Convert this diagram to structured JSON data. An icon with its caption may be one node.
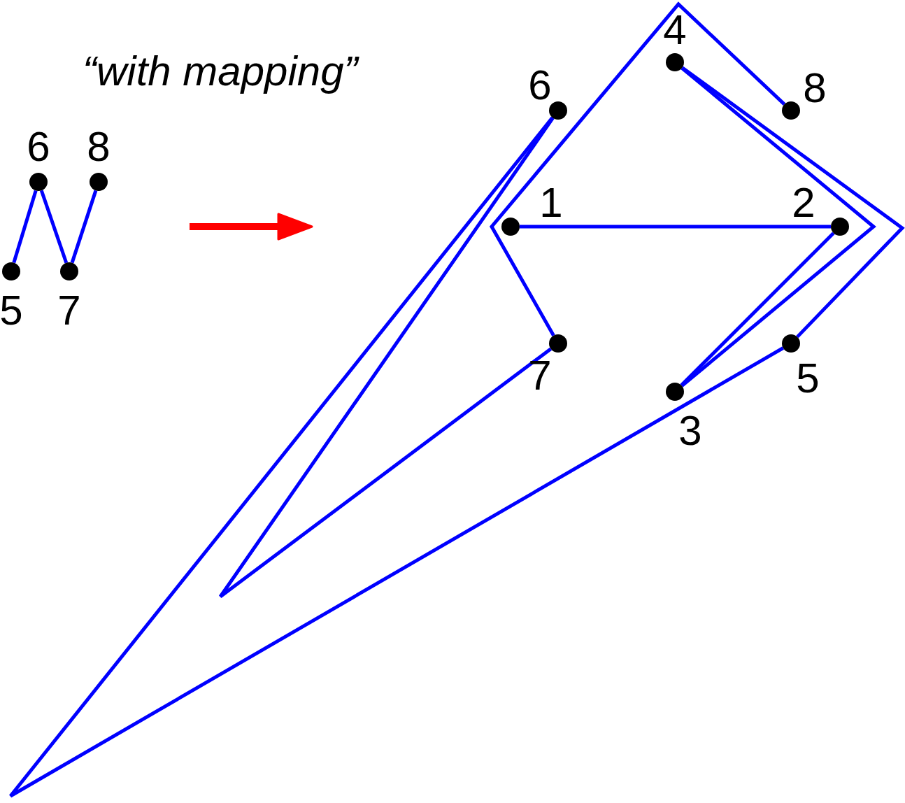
{
  "diagram": {
    "nodes": [
      {
        "text": [
          "5"
        ]
      },
      {
        "text": [
          "6"
        ]
      },
      {
        "text": [
          "7"
        ]
      },
      {
        "text": [
          "8"
        ]
      },
      {
        "text": [
          "1"
        ]
      },
      {
        "text": [
          "2"
        ]
      },
      {
        "text": [
          "3"
        ]
      },
      {
        "text": [
          "4"
        ]
      },
      {
        "text": [
          "5"
        ]
      },
      {
        "text": [
          "6"
        ]
      },
      {
        "text": [
          "7"
        ]
      },
      {
        "text": [
          "8"
        ]
      }
    ],
    "edges": [
      {
        "from": 0,
        "to": 1,
        "arrow": "none"
      },
      {
        "from": 1,
        "to": 2,
        "arrow": "none"
      },
      {
        "from": 2,
        "to": 3,
        "arrow": "none"
      },
      {
        "from": 4,
        "to": 5,
        "arrow": "none"
      },
      {
        "from": 5,
        "to": 6,
        "arrow": "none"
      },
      {
        "from": 6,
        "to": 7,
        "arrow": "none"
      },
      {
        "from": 7,
        "to": 8,
        "arrow": "none"
      },
      {
        "from": 8,
        "to": 9,
        "arrow": "none"
      },
      {
        "from": 9,
        "to": 10,
        "arrow": "none"
      },
      {
        "from": 10,
        "to": 11,
        "arrow": "none"
      }
    ],
    "labels": [
      "“with mapping”"
    ]
  }
}
